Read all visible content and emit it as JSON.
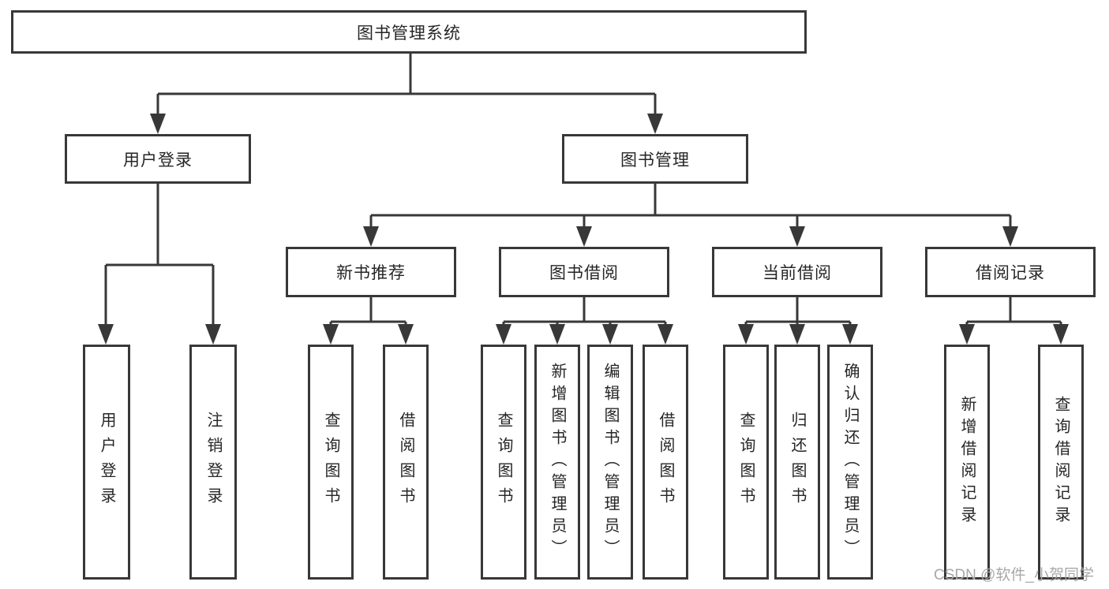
{
  "tree": {
    "root": {
      "label": "图书管理系统"
    },
    "branches": [
      {
        "label": "用户登录",
        "children": [
          {
            "label": "用户登录"
          },
          {
            "label": "注销登录"
          }
        ]
      },
      {
        "label": "图书管理",
        "children": [
          {
            "label": "新书推荐",
            "children": [
              {
                "label": "查询图书"
              },
              {
                "label": "借阅图书"
              }
            ]
          },
          {
            "label": "图书借阅",
            "children": [
              {
                "label": "查询图书"
              },
              {
                "label": "新增图书（管理员）"
              },
              {
                "label": "编辑图书（管理员）"
              },
              {
                "label": "借阅图书"
              }
            ]
          },
          {
            "label": "当前借阅",
            "children": [
              {
                "label": "查询图书"
              },
              {
                "label": "归还图书"
              },
              {
                "label": "确认归还（管理员）"
              }
            ]
          },
          {
            "label": "借阅记录",
            "children": [
              {
                "label": "新增借阅记录"
              },
              {
                "label": "查询借阅记录"
              }
            ]
          }
        ]
      }
    ]
  },
  "watermark": {
    "text": "CSDN @软件_小贺同学"
  },
  "colors": {
    "line": "#383838",
    "text": "#262626",
    "watermark": "#a8a8a8",
    "background": "#ffffff"
  }
}
